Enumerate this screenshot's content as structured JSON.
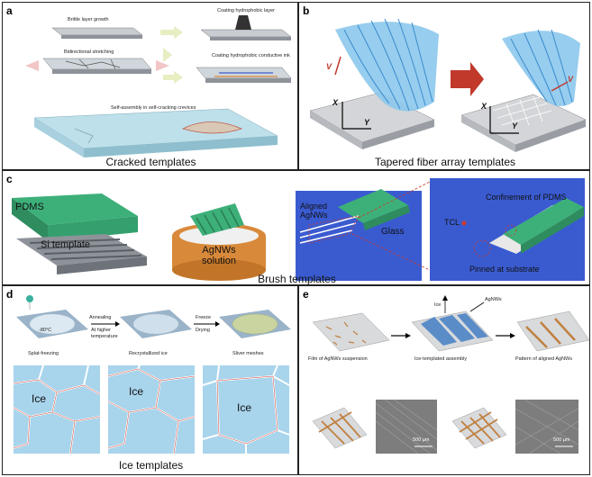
{
  "panel_a": {
    "label": "a",
    "steps": [
      "Brittle layer growth",
      "Bidirectional stretching",
      "Coating hydrophobic layer",
      "Coating hydrophobic conductive ink",
      "Self-assembly in self-cracking crevices"
    ],
    "caption": "Cracked templates"
  },
  "panel_b": {
    "label": "b",
    "axes": {
      "x": "X",
      "y": "Y",
      "v": "V"
    },
    "caption": "Tapered fiber array templates"
  },
  "panel_c": {
    "label": "c",
    "texts": {
      "pdms": "PDMS",
      "si": "Si template",
      "agnw_sol": "AgNWs solution",
      "aligned": "Aligned AgNWs",
      "glass": "Glass",
      "confinement": "Confinement of PDMS",
      "tcl": "TCL",
      "pinned": "Pinned at substrate"
    },
    "caption": "Brush templates"
  },
  "panel_d": {
    "label": "d",
    "temp": "-80°C",
    "arrow1_top": "Annealing",
    "arrow1_bottom": "At higher temperature",
    "arrow2_top": "Freeze",
    "arrow2_bottom": "Drying",
    "steps": [
      "Splat-freezing",
      "Recrystallized ice",
      "Sliver meshes"
    ],
    "ice": "Ice",
    "caption": "Ice templates"
  },
  "panel_e": {
    "label": "e",
    "ice": "Ice",
    "agnws": "AgNWs",
    "steps": [
      "Film of AgNWs suspension",
      "Ice-templated assembly",
      "Pattern of aligned AgNWs"
    ],
    "scale1": "500 μm",
    "scale2": "500 μm"
  },
  "colors": {
    "green": "#3db07a",
    "blue": "#3a5bd0",
    "gray": "#9aa0a6",
    "orange": "#d8893a",
    "ice": "#a8d4ec",
    "red": "#d03a2a"
  }
}
